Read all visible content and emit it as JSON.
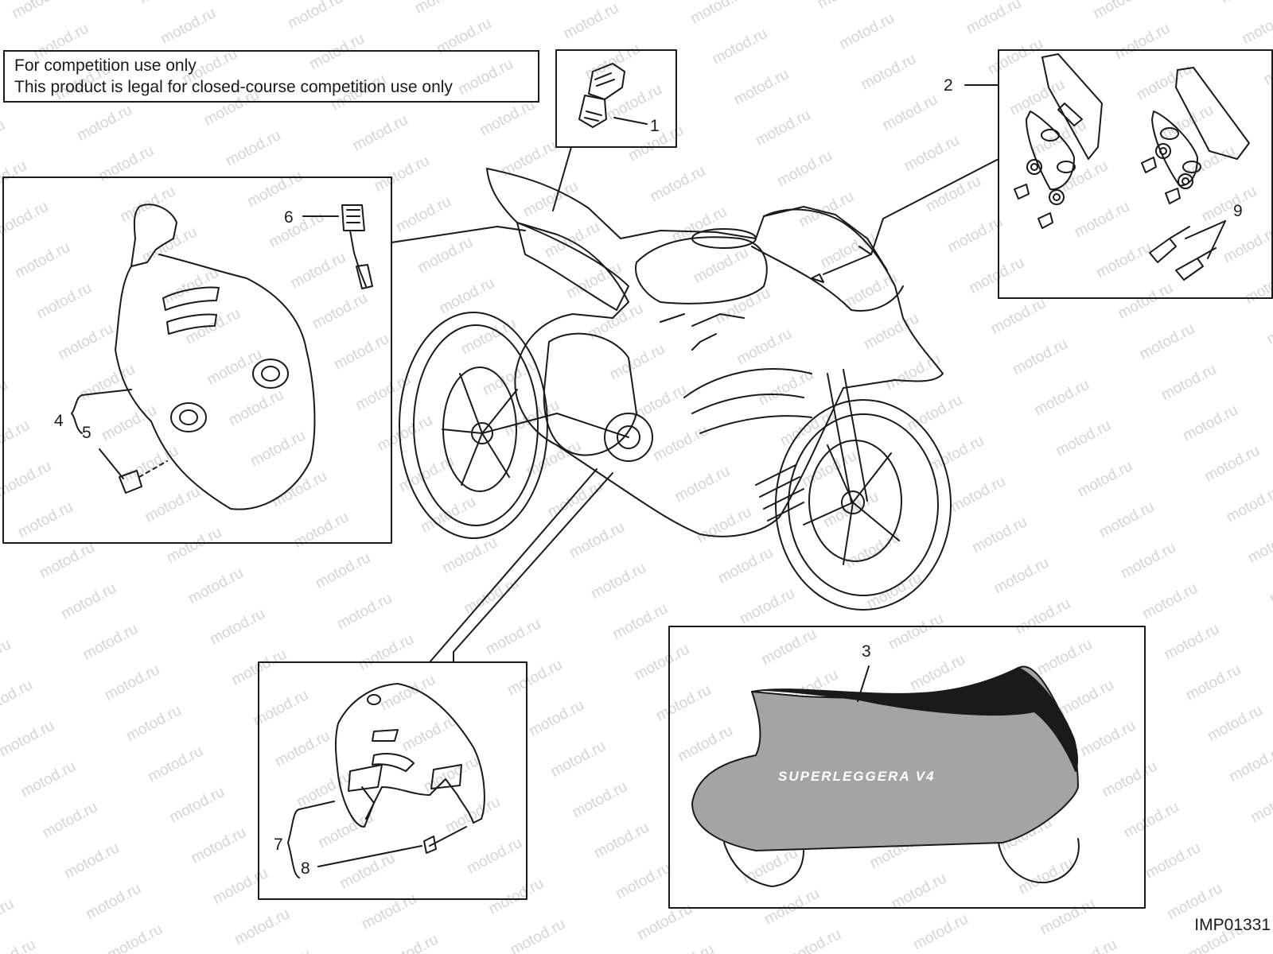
{
  "notice": {
    "line1": "For competition use only",
    "line2": "This product is legal for closed-course competition use only"
  },
  "callouts": {
    "n1": "1",
    "n2": "2",
    "n3": "3",
    "n4": "4",
    "n5": "5",
    "n6": "6",
    "n7": "7",
    "n8": "8",
    "n9": "9"
  },
  "cover_print": "SUPERLEGGERA V4",
  "drawing_code": "IMP01331",
  "watermark": "motod.ru"
}
